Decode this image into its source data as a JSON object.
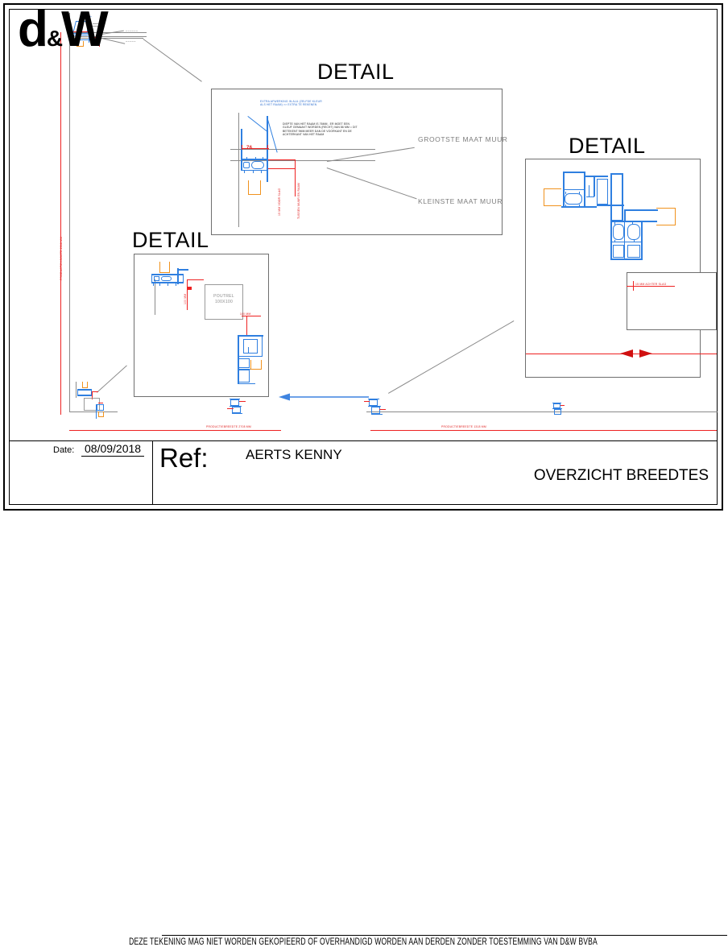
{
  "sheet": {
    "kind": "technical-drawing",
    "colors": {
      "line": "#000000",
      "gray_line": "#8a8a8a",
      "profile_blue": "#2f7fe0",
      "dimension_red": "#ee2222",
      "accent_orange": "#f0921e"
    }
  },
  "details": {
    "main": {
      "title": "DETAIL",
      "note_blue": "EXTRA AFWERKING IN ALU (ZELFDE KLEUR\nALS HET RAAM) >> EXTRA TE REKENEN",
      "note_black": "DIEPTE VAN HET RAAM IS 76MM , ER MOET EEN\nGLEUF GEMAAKT WORDEN (RECHT) VAN 86 MM = DIT\nBETEKENT 9MM MEER DAN DE VOORKANT EN DE\nACHTERKANT VAN HET RAAM",
      "dim_76": "76",
      "vert_label_1": "15 MM VOOR SLAG",
      "vert_label_2": "TUSSEN MUUR EN RAAM",
      "callout_top": "GROOTSTE MAAT MUUR",
      "callout_bottom": "KLEINSTE MAAT MUUR"
    },
    "left": {
      "title": "DETAIL",
      "beam_label": "POUTREL\n100X100",
      "dim_vertical": "100 MM",
      "dim_horizontal": "100 MM"
    },
    "right": {
      "title": "DETAIL",
      "note_red": "15 MM ACHTER SLAG"
    }
  },
  "dimensions": {
    "height_left": "PRODUCTIEHOOGTE 2318 MM",
    "width_left": "PRODUCTIEBREEDTE 2708 MM",
    "width_right": "PRODUCTIEBREEDTE 1318 MM"
  },
  "title_block": {
    "logo": "d",
    "logo_amp": "&",
    "logo_w": "W",
    "date_label": "Date:",
    "date_value": "08/09/2018",
    "ref_label": "Ref:",
    "ref_value": "AERTS KENNY",
    "drawing_name": "OVERZICHT BREEDTES",
    "disclaimer": "DEZE TEKENING MAG NIET WORDEN GEKOPIEERD OF OVERHANDIGD WORDEN AAN DERDEN ZONDER TOESTEMMING VAN D&W BVBA"
  }
}
